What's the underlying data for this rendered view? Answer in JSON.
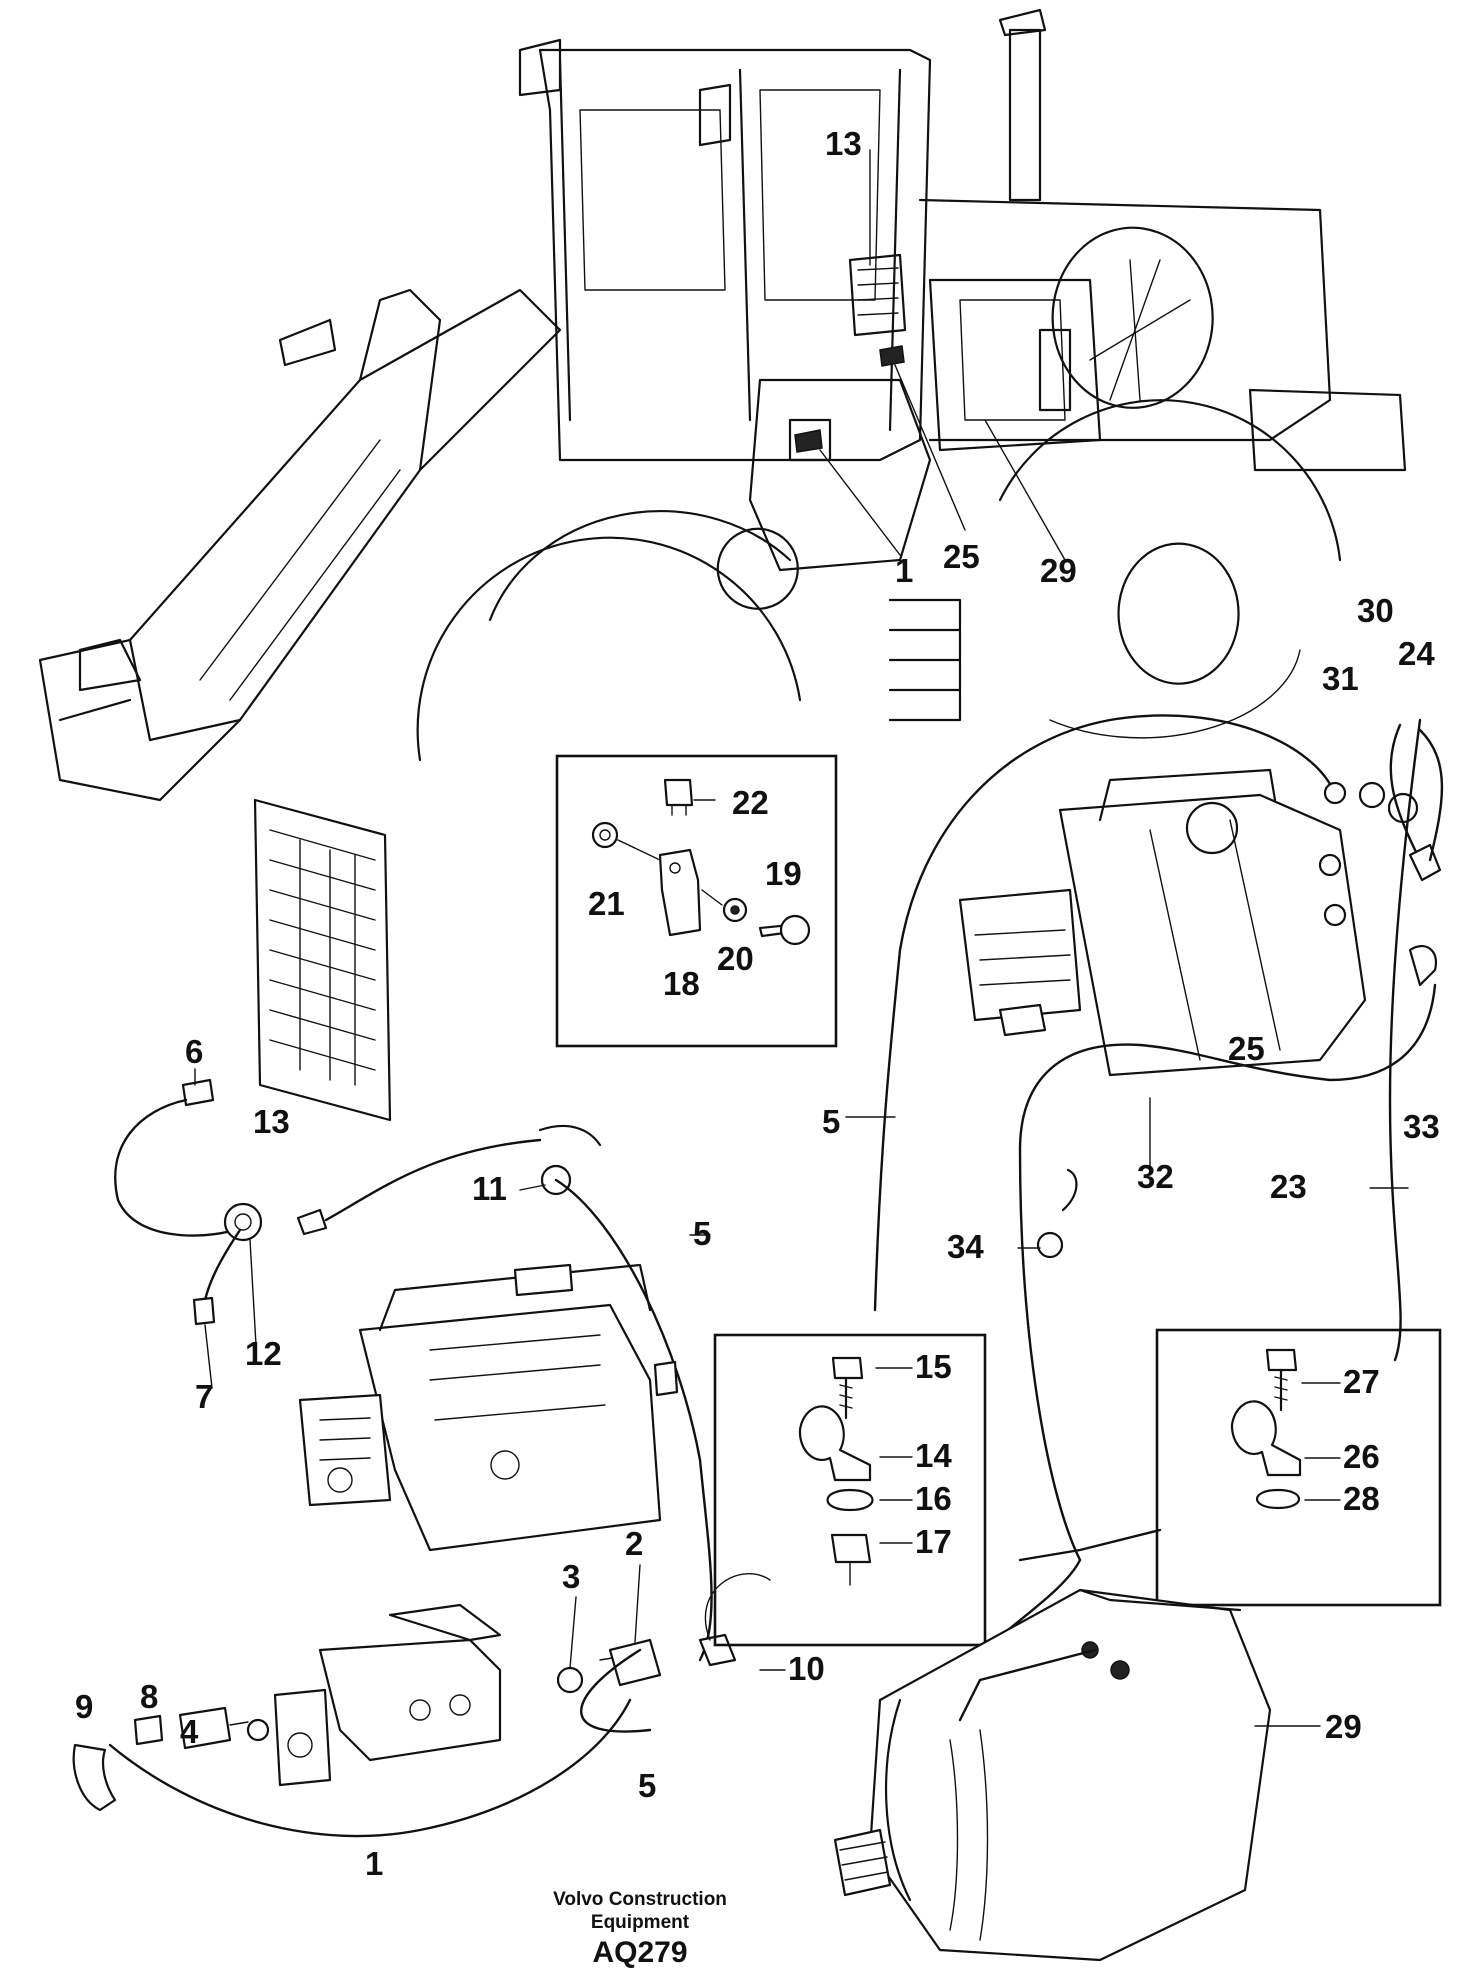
{
  "labels": {
    "cab_13": "13",
    "cab_1": "1",
    "cab_25": "25",
    "cab_29": "29",
    "p22": "22",
    "p21": "21",
    "p19": "19",
    "p18": "18",
    "p20": "20",
    "p6": "6",
    "p13": "13",
    "p11": "11",
    "p5a": "5",
    "p12": "12",
    "p7": "7",
    "p3": "3",
    "p2": "2",
    "p10": "10",
    "p9": "9",
    "p8": "8",
    "p4": "4",
    "p1": "1",
    "p5b": "5",
    "p15": "15",
    "p14": "14",
    "p16": "16",
    "p17": "17",
    "p30": "30",
    "p31": "31",
    "p24": "24",
    "p25": "25",
    "p5c": "5",
    "p33": "33",
    "p32": "32",
    "p23": "23",
    "p34": "34",
    "p27": "27",
    "p26": "26",
    "p28": "28",
    "p29": "29"
  },
  "caption": {
    "line1": "Volvo Construction",
    "line2": "Equipment",
    "code": "AQ279"
  }
}
